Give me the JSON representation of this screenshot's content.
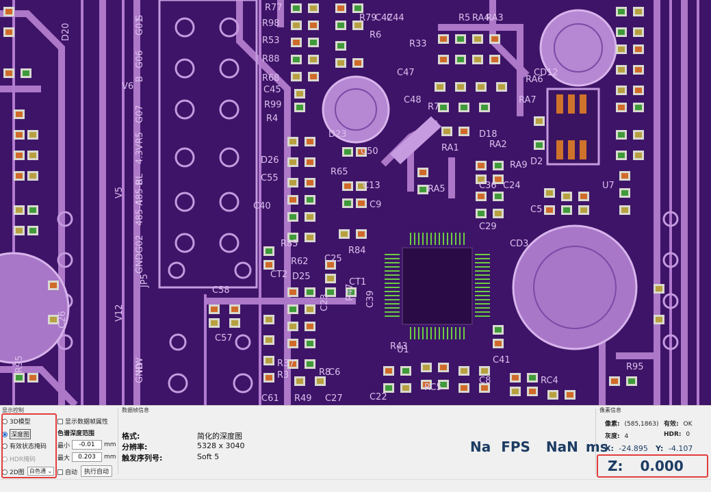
{
  "display_control": {
    "title": "显示控制",
    "radio_options": [
      {
        "label": "3D模型",
        "selected": false,
        "enabled": true
      },
      {
        "label": "深度图",
        "selected": true,
        "enabled": true
      },
      {
        "label": "有效状态掩码",
        "selected": false,
        "enabled": true
      },
      {
        "label": "HDR掩码",
        "selected": false,
        "enabled": false
      },
      {
        "label": "2D图",
        "selected": false,
        "enabled": true
      }
    ],
    "color_select": "白色通",
    "show_frame_attr_label": "显示数据帧属性",
    "depth_range_title": "色谱深度范围",
    "min_label": "最小",
    "min_value": "-0.01",
    "max_label": "最大",
    "max_value": "0.203",
    "unit": "mm",
    "auto_label": "自动",
    "exec_auto_label": "执行自动"
  },
  "frame_info": {
    "title": "数据帧信息",
    "rows": [
      {
        "key": "格式:",
        "value": "简化的深度图"
      },
      {
        "key": "分辨率:",
        "value": "5328 x 3040"
      },
      {
        "key": "触发序列号:",
        "value": "Soft 5"
      }
    ]
  },
  "performance": {
    "fps_value": "Na",
    "fps_unit": "FPS",
    "ms_value": "NaN",
    "ms_unit": "ms"
  },
  "pixel_info": {
    "title": "像素信息",
    "pixel_label": "像素:",
    "pixel_value": "(585,1863)",
    "valid_label": "有效:",
    "valid_value": "OK",
    "gray_label": "灰度:",
    "gray_value": "4",
    "hdr_label": "HDR:",
    "hdr_value": "0",
    "x_label": "X:",
    "x_value": "-24.895",
    "y_label": "Y:",
    "y_value": "-4.107",
    "z_label": "Z:",
    "z_value": "0.000"
  },
  "pcb_labels": [
    "R77",
    "R98",
    "R53",
    "R88",
    "R68",
    "C45",
    "R99",
    "R4",
    "D26",
    "C55",
    "C40",
    "R85",
    "R62",
    "CT2",
    "C25",
    "D25",
    "CT1",
    "C58",
    "C57",
    "R37",
    "R3",
    "C61",
    "R49",
    "R8",
    "C6",
    "C27",
    "C22",
    "R84",
    "C50",
    "C13",
    "C9",
    "RA1",
    "RA5",
    "RA9",
    "C36",
    "C24",
    "C29",
    "CD3",
    "C5",
    "D2",
    "U7",
    "CD12",
    "RA6",
    "RA7",
    "RA3",
    "RA4",
    "R5",
    "R33",
    "R95",
    "C41",
    "C8",
    "RC5",
    "RC4",
    "V6",
    "V5",
    "V12",
    "D20",
    "R95",
    "S",
    "G01",
    "G06",
    "B",
    "G07",
    "R5",
    "4.3V",
    "RL",
    "485-B",
    "485-A",
    "G02",
    "GND",
    "JP5",
    "HW",
    "GND",
    "C26",
    "C39",
    "R47",
    "C23",
    "R43",
    "U1",
    "C44",
    "C42",
    "R79",
    "R6",
    "C47",
    "C48",
    "R7",
    "D18",
    "RA2",
    "D23",
    "R65"
  ]
}
